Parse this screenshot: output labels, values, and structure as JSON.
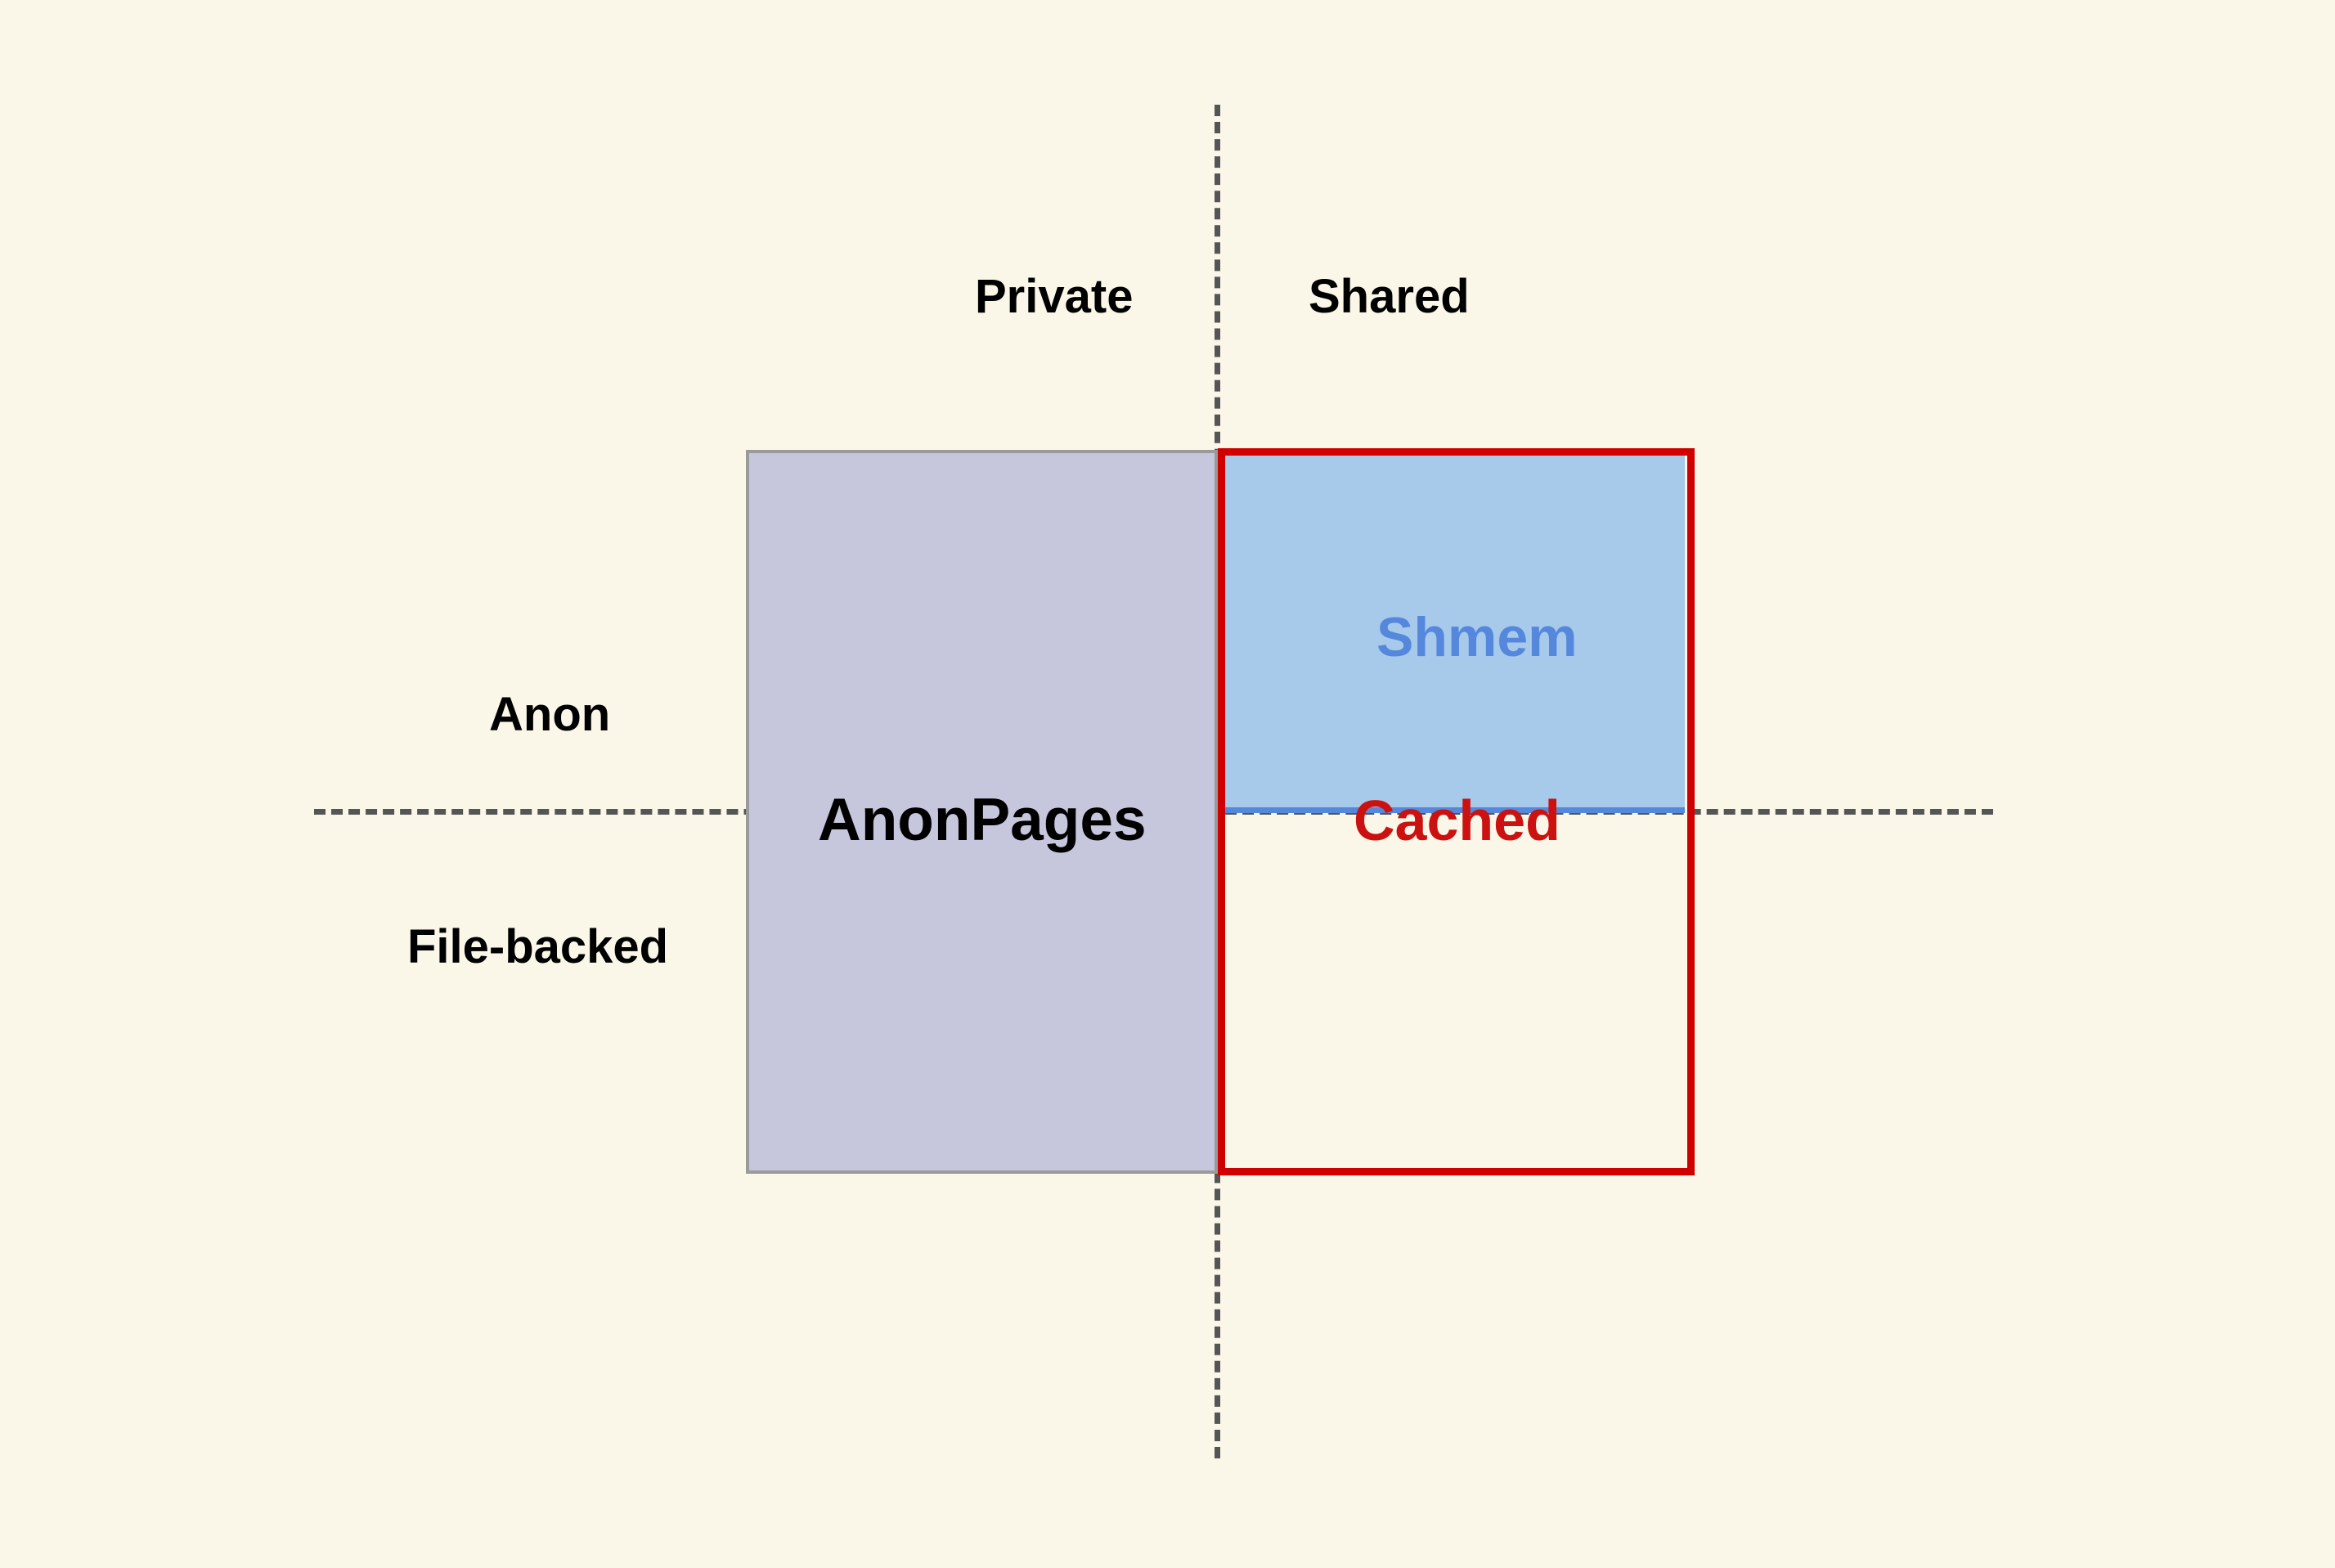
{
  "diagram": {
    "title": "Linux memory classification quadrant",
    "background_color": "#faf7e8",
    "axes": {
      "vertical_label_left": "Private",
      "vertical_label_right": "Shared",
      "horizontal_label_top": "Anon",
      "horizontal_label_bottom": "File-backed",
      "line_color": "#555555",
      "line_style": "dashed"
    },
    "regions": [
      {
        "key": "anonpages",
        "label": "AnonPages",
        "quadrant": "private",
        "fill_color": "#c6c6dc",
        "border_color": "#9a9a9a",
        "text_color": "#000000"
      },
      {
        "key": "shmem",
        "label": "Shmem",
        "quadrant": "shared-anon",
        "fill_color": "#a8caea",
        "border_color": "#5588dd",
        "text_color": "#5588dd"
      },
      {
        "key": "cached",
        "label": "Cached",
        "quadrant": "shared",
        "fill_color": "transparent",
        "border_color": "#d00000",
        "text_color": "#cc1111"
      }
    ]
  }
}
